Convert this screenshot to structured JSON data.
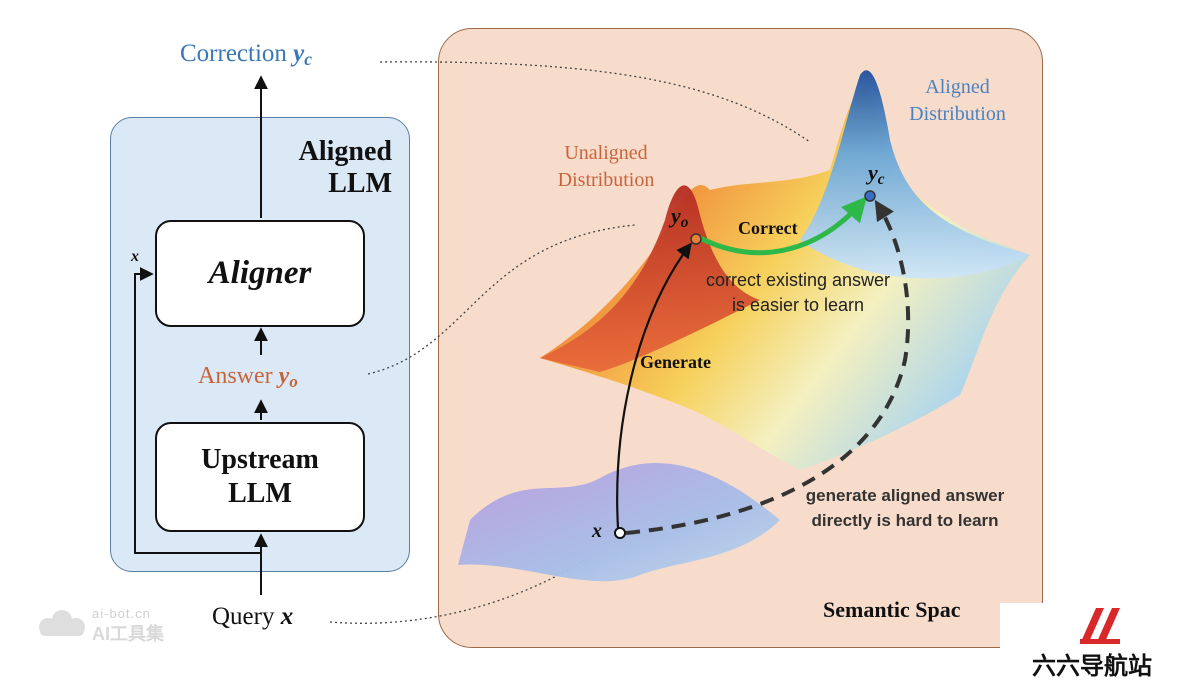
{
  "left": {
    "correction_label": "Correction",
    "correction_var": "y",
    "correction_sub": "c",
    "aligned_llm_title_line1": "Aligned",
    "aligned_llm_title_line2": "LLM",
    "aligner_label": "Aligner",
    "x_feed_label": "x",
    "answer_label": "Answer",
    "answer_var": "y",
    "answer_sub": "o",
    "upstream_line1": "Upstream",
    "upstream_line2": "LLM",
    "query_label": "Query",
    "query_var": "x",
    "frozen_icon": "snowflake-icon"
  },
  "right": {
    "unaligned_line1": "Unaligned",
    "unaligned_line2": "Distribution",
    "aligned_line1": "Aligned",
    "aligned_line2": "Distribution",
    "yo_var": "y",
    "yo_sub": "o",
    "yc_var": "y",
    "yc_sub": "c",
    "x_var": "x",
    "correct_label": "Correct",
    "correct_note_line1": "correct existing answer",
    "correct_note_line2": "is easier to learn",
    "generate_label": "Generate",
    "hard_note_line1": "generate aligned answer",
    "hard_note_line2": "directly is hard to learn",
    "semantic_label": "Semantic Spac"
  },
  "watermarks": {
    "left_line1": "ai-bot.cn",
    "left_line2": "AI工具集",
    "right_text": "六六导航站",
    "right_icon": "ll-logo-icon"
  },
  "colors": {
    "left_panel_bg": "#dbe8f6",
    "right_panel_bg": "#f8dccb",
    "correction_blue": "#3a78b5",
    "answer_orange": "#c8643a",
    "correct_arrow_green": "#2eb84a"
  }
}
